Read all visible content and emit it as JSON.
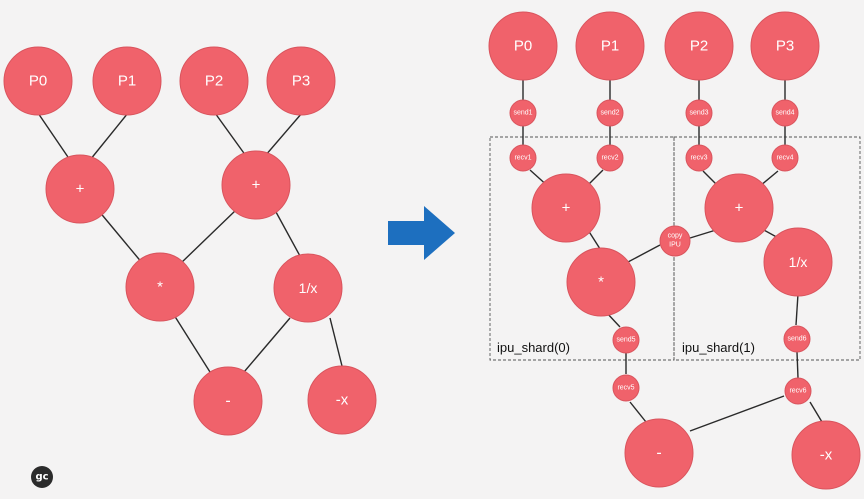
{
  "left_graph": {
    "nodes": [
      {
        "id": "P0",
        "label": "P0"
      },
      {
        "id": "P1",
        "label": "P1"
      },
      {
        "id": "P2",
        "label": "P2"
      },
      {
        "id": "P3",
        "label": "P3"
      },
      {
        "id": "plus_a",
        "label": "+"
      },
      {
        "id": "plus_b",
        "label": "+"
      },
      {
        "id": "mul",
        "label": "*"
      },
      {
        "id": "recip",
        "label": "1/x"
      },
      {
        "id": "minus",
        "label": "-"
      },
      {
        "id": "neg",
        "label": "-x"
      }
    ]
  },
  "right_graph": {
    "nodes": [
      {
        "id": "P0",
        "label": "P0"
      },
      {
        "id": "P1",
        "label": "P1"
      },
      {
        "id": "P2",
        "label": "P2"
      },
      {
        "id": "P3",
        "label": "P3"
      },
      {
        "id": "send1",
        "label": "send1"
      },
      {
        "id": "send2",
        "label": "send2"
      },
      {
        "id": "send3",
        "label": "send3"
      },
      {
        "id": "send4",
        "label": "send4"
      },
      {
        "id": "recv1",
        "label": "recv1"
      },
      {
        "id": "recv2",
        "label": "recv2"
      },
      {
        "id": "recv3",
        "label": "recv3"
      },
      {
        "id": "recv4",
        "label": "recv4"
      },
      {
        "id": "plus_a",
        "label": "+"
      },
      {
        "id": "plus_b",
        "label": "+"
      },
      {
        "id": "copy",
        "label": "copy",
        "label2": "IPU"
      },
      {
        "id": "mul",
        "label": "*"
      },
      {
        "id": "recip",
        "label": "1/x"
      },
      {
        "id": "send5",
        "label": "send5"
      },
      {
        "id": "send6",
        "label": "send6"
      },
      {
        "id": "recv5",
        "label": "recv5"
      },
      {
        "id": "recv6",
        "label": "recv6"
      },
      {
        "id": "minus",
        "label": "-"
      },
      {
        "id": "neg",
        "label": "-x"
      }
    ]
  },
  "shards": {
    "shard0": {
      "label": "ipu_shard(0)"
    },
    "shard1": {
      "label": "ipu_shard(1)"
    }
  },
  "colors": {
    "node_fill": "#f0626b",
    "arrow": "#1d6fbf",
    "background": "#f4f3f3"
  },
  "icons": {
    "transform_arrow": "right-arrow-icon",
    "logo": "graphcore-logo-icon"
  }
}
